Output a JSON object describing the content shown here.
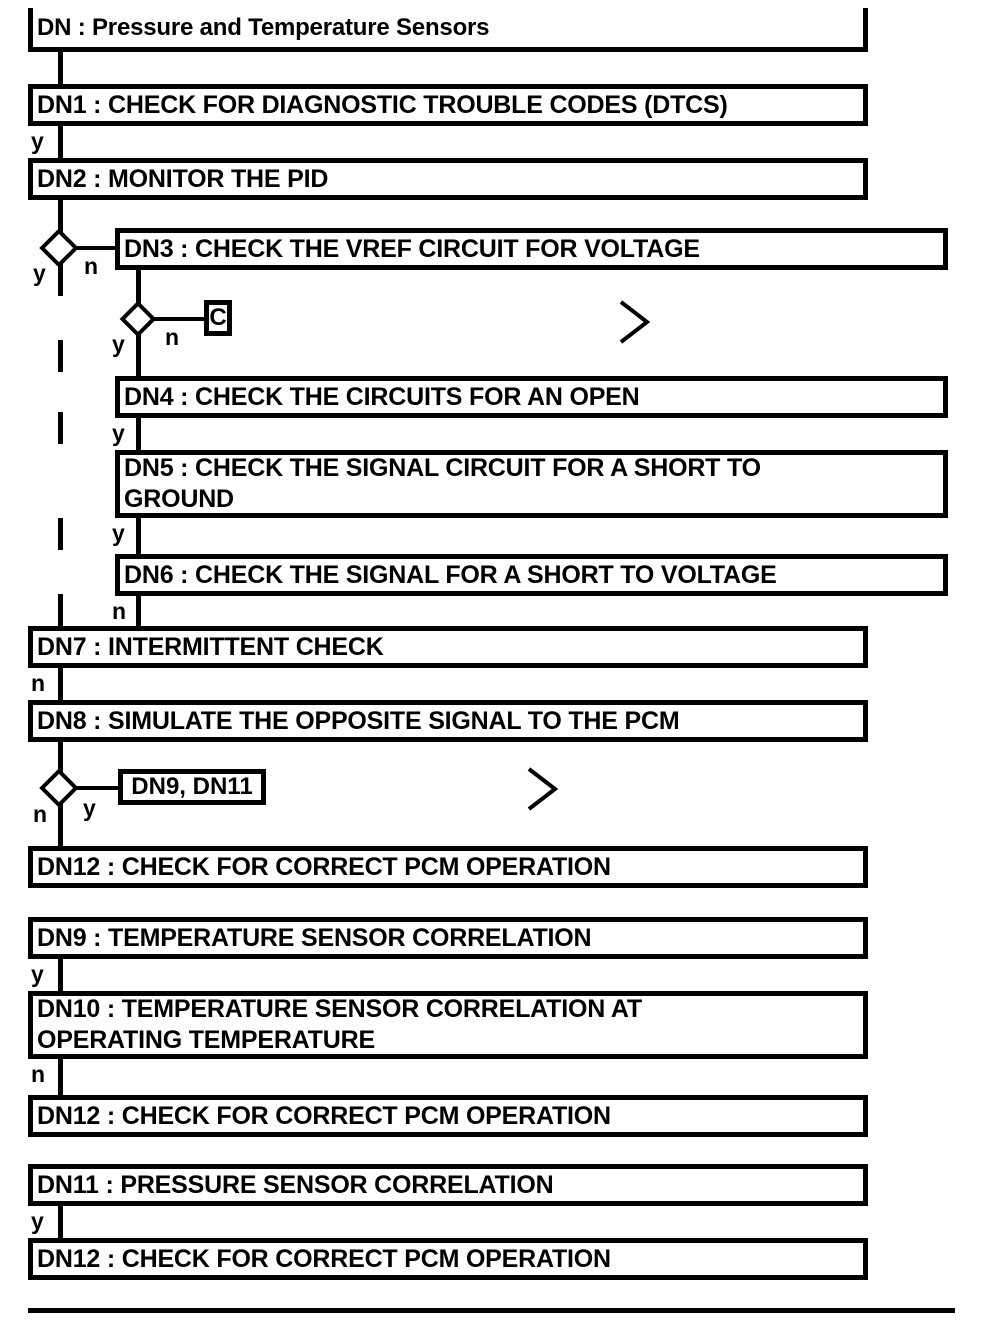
{
  "diagram": {
    "title": "DN : Pressure and Temperature Sensors",
    "type": "flowchart",
    "nodes": [
      {
        "id": "DN",
        "label": "DN : Pressure and Temperature Sensors"
      },
      {
        "id": "DN1",
        "label": "DN1 : CHECK FOR DIAGNOSTIC TROUBLE CODES (DTCS)"
      },
      {
        "id": "DN2",
        "label": "DN2 : MONITOR THE PID"
      },
      {
        "id": "DN3",
        "label": "DN3 : CHECK THE VREF CIRCUIT FOR VOLTAGE"
      },
      {
        "id": "DN4",
        "label": "DN4 : CHECK THE CIRCUITS FOR AN OPEN"
      },
      {
        "id": "DN5",
        "label": "DN5 : CHECK THE SIGNAL CIRCUIT FOR A SHORT TO\nGROUND"
      },
      {
        "id": "DN6",
        "label": "DN6 : CHECK THE SIGNAL FOR A SHORT TO VOLTAGE"
      },
      {
        "id": "DN7",
        "label": "DN7 : INTERMITTENT CHECK"
      },
      {
        "id": "DN8",
        "label": "DN8 : SIMULATE THE OPPOSITE SIGNAL TO THE PCM"
      },
      {
        "id": "DN12a",
        "label": "DN12 : CHECK FOR CORRECT PCM OPERATION"
      },
      {
        "id": "DN9",
        "label": "DN9 : TEMPERATURE SENSOR CORRELATION"
      },
      {
        "id": "DN10",
        "label": "DN10 : TEMPERATURE SENSOR CORRELATION AT\nOPERATING TEMPERATURE"
      },
      {
        "id": "DN12b",
        "label": "DN12 : CHECK FOR CORRECT PCM OPERATION"
      },
      {
        "id": "DN11",
        "label": "DN11 : PRESSURE SENSOR CORRELATION"
      },
      {
        "id": "DN12c",
        "label": "DN12 : CHECK FOR CORRECT PCM OPERATION"
      }
    ],
    "refs": [
      {
        "id": "refC",
        "label": "C"
      },
      {
        "id": "refDN9DN11",
        "label": "DN9, DN11"
      }
    ],
    "branches": {
      "dn1_y": "y",
      "dn2_y": "y",
      "dn2_n": "n",
      "dn3_y": "y",
      "dn3_n": "n",
      "dn4_y": "y",
      "dn5_y": "y",
      "dn6_n": "n",
      "dn7_n": "n",
      "dn8_y": "y",
      "dn8_n": "n",
      "dn9_y": "y",
      "dn10_n": "n",
      "dn11_y": "y"
    },
    "colors": {
      "line": "#000000",
      "text": "#000000",
      "background": "#ffffff"
    }
  }
}
